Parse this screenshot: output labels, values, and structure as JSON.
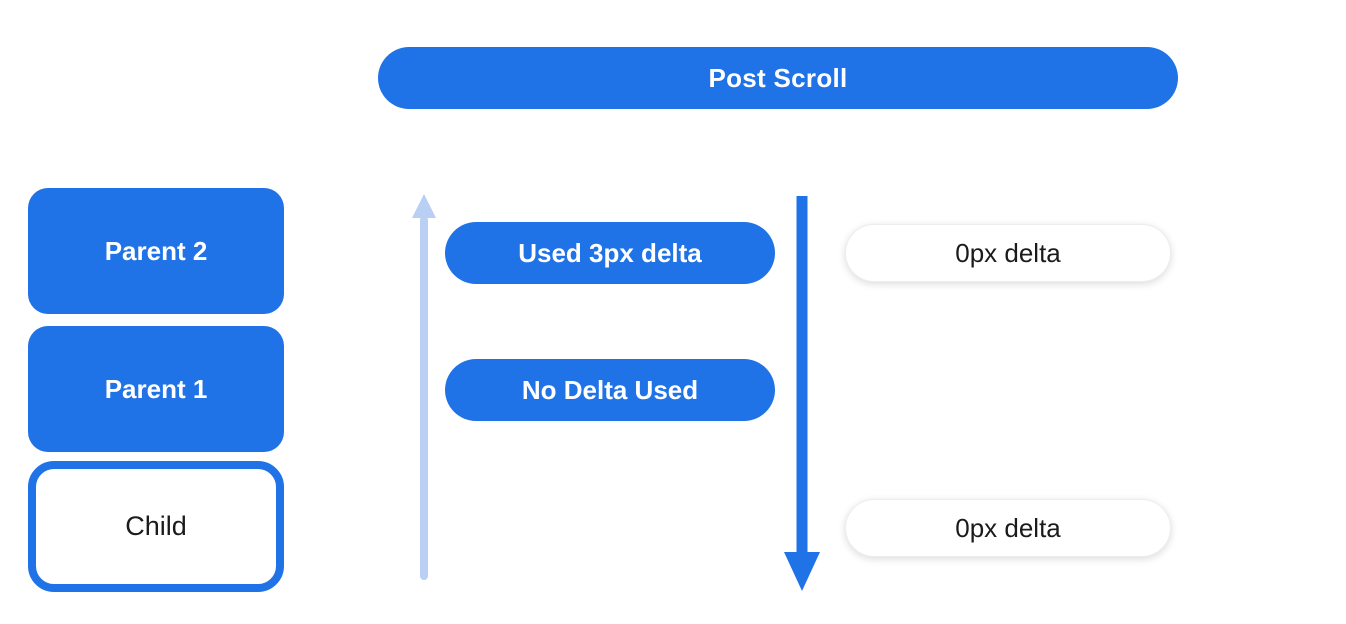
{
  "colors": {
    "primary_blue": "#2073e7",
    "light_blue_arrow": "#b9cff4",
    "pill_text_white": "#ffffff",
    "dark_text": "#1b1b1b",
    "background": "#ffffff"
  },
  "banner": {
    "label": "Post Scroll"
  },
  "widget_stack": [
    {
      "label": "Parent 2",
      "variant": "filled"
    },
    {
      "label": "Parent 1",
      "variant": "filled"
    },
    {
      "label": "Child",
      "variant": "outlined"
    }
  ],
  "delta_annotations": {
    "parent2_delta": "Used 3px delta",
    "parent1_delta": "No Delta Used",
    "right_top_delta": "0px delta",
    "right_bottom_delta": "0px delta"
  },
  "icons": {
    "up_arrow": "upward-scroll-arrow-icon",
    "down_arrow": "downward-scroll-arrow-icon"
  }
}
